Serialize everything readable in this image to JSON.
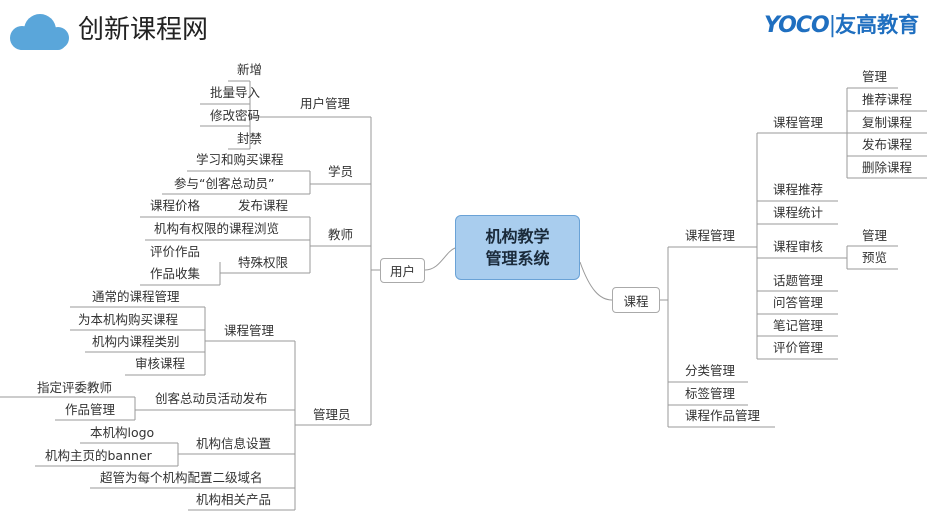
{
  "header": {
    "site_title": "创新课程网",
    "logo_text": "YOCO",
    "logo_cn": "友高教育"
  },
  "center": {
    "line1": "机构教学",
    "line2": "管理系统"
  },
  "user": {
    "label": "用户",
    "user_mgmt": {
      "label": "用户管理",
      "children": [
        "新增",
        "批量导入",
        "修改密码",
        "封禁"
      ]
    },
    "student": {
      "label": "学员",
      "children": [
        "学习和购买课程",
        "参与“创客总动员”"
      ]
    },
    "teacher": {
      "label": "教师",
      "publish": "发布课程",
      "price": "课程价格",
      "browse": "机构有权限的课程浏览",
      "special": "特殊权限",
      "evaluate": "评价作品",
      "collect": "作品收集"
    },
    "admin": {
      "label": "管理员",
      "course_mgmt": {
        "label": "课程管理",
        "children": [
          "通常的课程管理",
          "为本机构购买课程",
          "机构内课程类别",
          "审核课程"
        ]
      },
      "event": {
        "label": "创客总动员活动发布",
        "children": [
          "指定评委教师",
          "作品管理"
        ]
      },
      "info": {
        "label": "机构信息设置",
        "children": [
          "本机构logo",
          "机构主页的banner"
        ]
      },
      "domain": "超管为每个机构配置二级域名",
      "products": "机构相关产品"
    }
  },
  "course": {
    "label": "课程",
    "mgmt": {
      "label": "课程管理",
      "sub_mgmt": {
        "label": "课程管理",
        "children": [
          "管理",
          "推荐课程",
          "复制课程",
          "发布课程",
          "删除课程"
        ]
      },
      "recommend": "课程推荐",
      "stats": "课程统计",
      "review": {
        "label": "课程审核",
        "children": [
          "管理",
          "预览"
        ]
      },
      "topic": "话题管理",
      "qa": "问答管理",
      "notes": "笔记管理",
      "rating": "评价管理"
    },
    "category": "分类管理",
    "tags": "标签管理",
    "works": "课程作品管理"
  }
}
